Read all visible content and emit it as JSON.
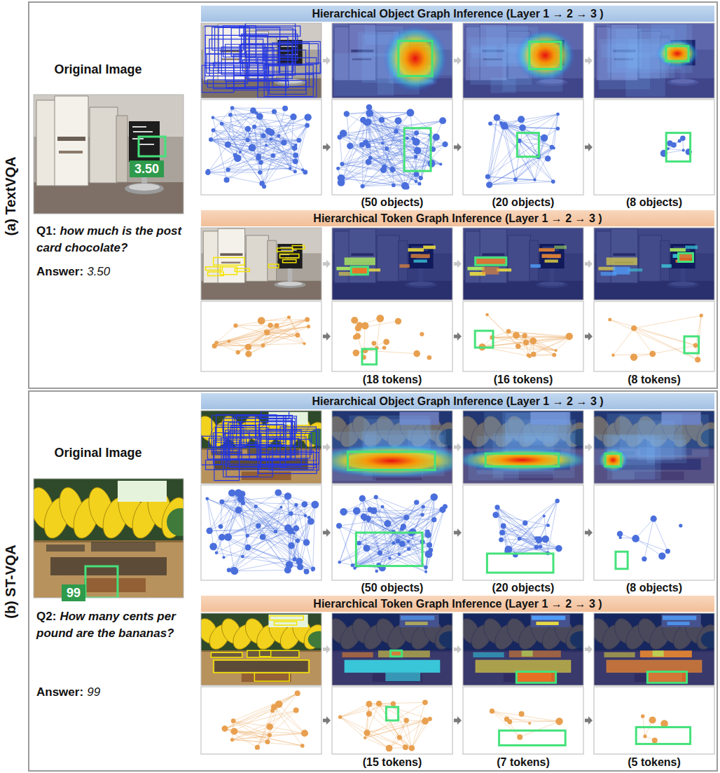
{
  "diagram": {
    "nodes": [
      {
        "text": [
          "(a) TextVQA"
        ]
      },
      {
        "text": [
          "Hierarchical Object Graph Inference (Layer 1 → 2 → 3 )"
        ],
        "in": 0
      },
      {
        "text": [
          "3.50"
        ],
        "in": 0
      },
      {
        "text": [
          "Hierarchical Token Graph Inference (Layer 1 → 2 → 3 )"
        ],
        "in": 0
      },
      {
        "text": [
          "(b) ST-VQA"
        ]
      },
      {
        "text": [
          "Hierarchical Object Graph Inference (Layer 1 → 2 → 3 )"
        ],
        "in": 4
      },
      {
        "text": [
          "99"
        ],
        "in": 4
      },
      {
        "text": [
          "Hierarchical Token Graph Inference (Layer 1 → 2 → 3 )"
        ],
        "in": 4
      }
    ],
    "labels": [
      "Original Image",
      "Q1:",
      "how much is the post card chocolate?",
      "Answer:",
      "3.50",
      "(50 objects)",
      "(20 objects)",
      "(8 objects)",
      "(18 tokens)",
      "(16 tokens)",
      "(8 tokens)",
      "Original Image",
      "Q2:",
      "How many cents per pound are the bananas?",
      "Answer:",
      "99",
      "(50 objects)",
      "(20 objects)",
      "(8 objects)",
      "(15 tokens)",
      "(7 tokens)",
      "(5 tokens)"
    ]
  }
}
